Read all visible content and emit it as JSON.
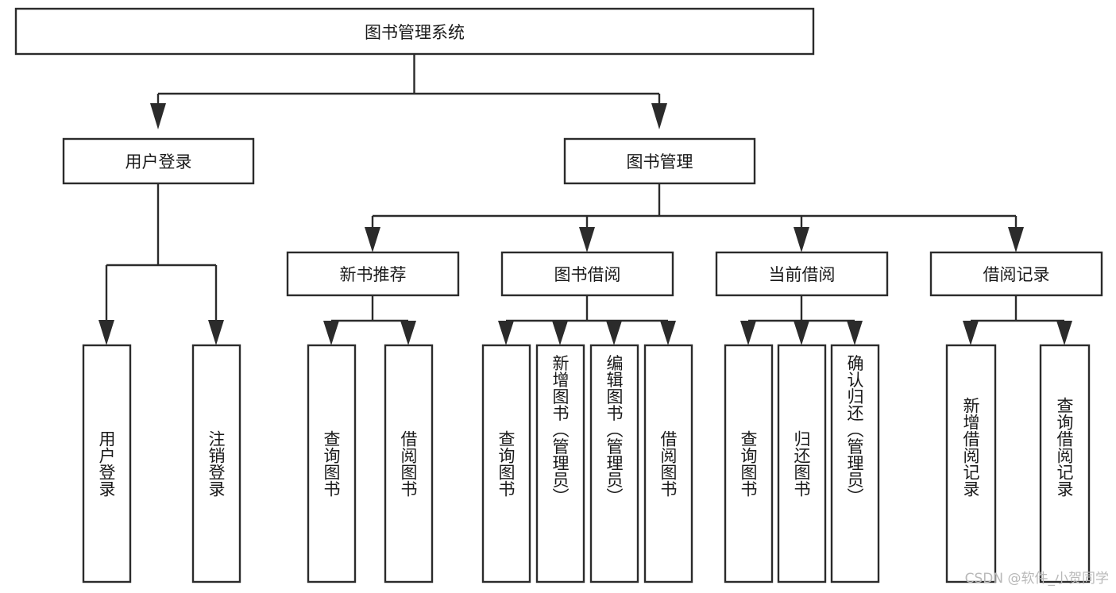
{
  "diagram": {
    "type": "tree-hierarchy-chart",
    "title": "图书管理系统",
    "root": {
      "id": "root",
      "label": "图书管理系统",
      "orientation": "horizontal"
    },
    "level1": [
      {
        "id": "user-login",
        "label": "用户登录",
        "orientation": "horizontal"
      },
      {
        "id": "book-management",
        "label": "图书管理",
        "orientation": "horizontal"
      }
    ],
    "level2": [
      {
        "id": "new-book-recommend",
        "label": "新书推荐",
        "parent": "book-management",
        "orientation": "horizontal"
      },
      {
        "id": "book-borrow",
        "label": "图书借阅",
        "parent": "book-management",
        "orientation": "horizontal"
      },
      {
        "id": "current-borrow",
        "label": "当前借阅",
        "parent": "book-management",
        "orientation": "horizontal"
      },
      {
        "id": "borrow-record",
        "label": "借阅记录",
        "parent": "book-management",
        "orientation": "horizontal"
      }
    ],
    "leaves": [
      {
        "id": "leaf-user-login",
        "label": "用户登录",
        "parent": "user-login",
        "orientation": "vertical"
      },
      {
        "id": "leaf-user-logout",
        "label": "注销登录",
        "parent": "user-login",
        "orientation": "vertical"
      },
      {
        "id": "leaf-query-book-1",
        "label": "查询图书",
        "parent": "new-book-recommend",
        "orientation": "vertical"
      },
      {
        "id": "leaf-borrow-book-1",
        "label": "借阅图书",
        "parent": "new-book-recommend",
        "orientation": "vertical"
      },
      {
        "id": "leaf-query-book-2",
        "label": "查询图书",
        "parent": "book-borrow",
        "orientation": "vertical"
      },
      {
        "id": "leaf-add-book",
        "label": "新增图书（管理员）",
        "parent": "book-borrow",
        "orientation": "vertical"
      },
      {
        "id": "leaf-edit-book",
        "label": "编辑图书（管理员）",
        "parent": "book-borrow",
        "orientation": "vertical"
      },
      {
        "id": "leaf-borrow-book-2",
        "label": "借阅图书",
        "parent": "book-borrow",
        "orientation": "vertical"
      },
      {
        "id": "leaf-query-book-3",
        "label": "查询图书",
        "parent": "current-borrow",
        "orientation": "vertical"
      },
      {
        "id": "leaf-return-book",
        "label": "归还图书",
        "parent": "current-borrow",
        "orientation": "vertical"
      },
      {
        "id": "leaf-confirm-return",
        "label": "确认归还（管理员）",
        "parent": "current-borrow",
        "orientation": "vertical"
      },
      {
        "id": "leaf-add-record",
        "label": "新增借阅记录",
        "parent": "borrow-record",
        "orientation": "vertical"
      },
      {
        "id": "leaf-query-record",
        "label": "查询借阅记录",
        "parent": "borrow-record",
        "orientation": "vertical"
      }
    ],
    "colors": {
      "box_stroke": "#2b2b2b",
      "box_fill": "#ffffff",
      "connector": "#2b2b2b",
      "text": "#1a1a1a",
      "background": "#ffffff",
      "watermark": "#b9b9b9"
    }
  },
  "watermark": {
    "text": "CSDN @软件_小贺同学"
  }
}
